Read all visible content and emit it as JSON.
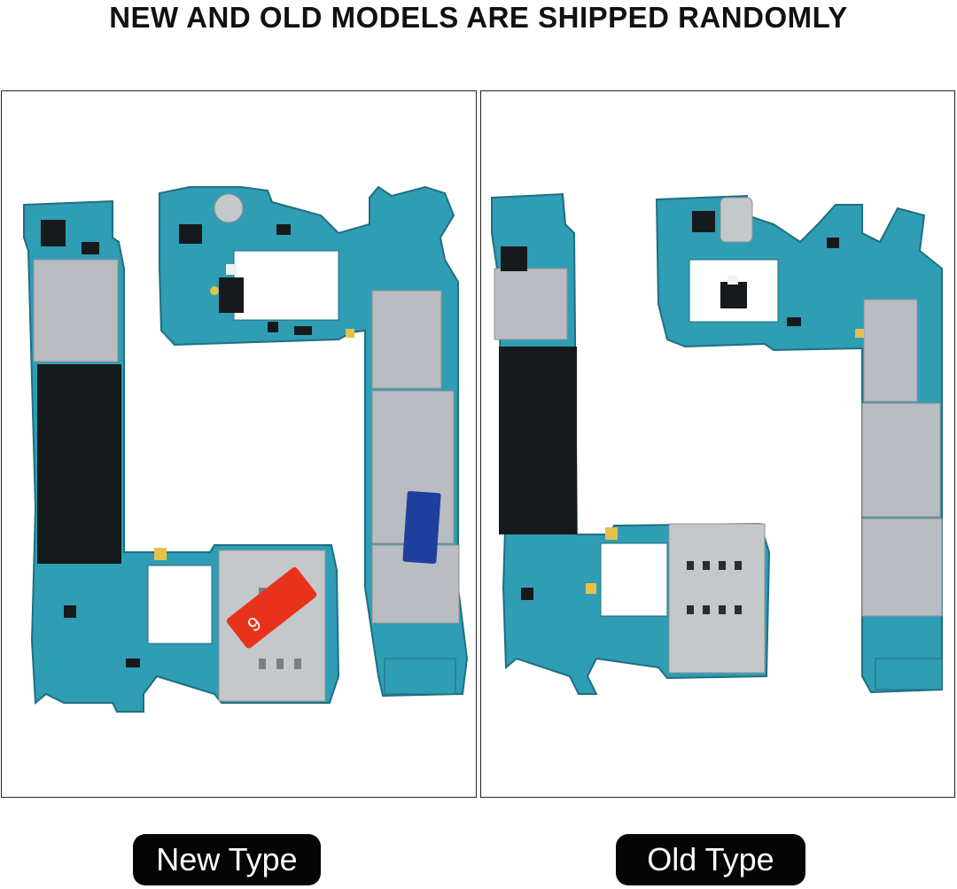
{
  "headline": "NEW AND OLD MODELS ARE SHIPPED RANDOMLY",
  "panels": [
    {
      "label": "New Type",
      "sticker_text": "9"
    },
    {
      "label": "Old Type"
    }
  ],
  "colors": {
    "pcb": "#2f9db3",
    "pcb_dark": "#1f6f82",
    "shield": "#b9bcc0",
    "chip": "#161a1c",
    "label_bg": "#050505",
    "label_text": "#ffffff",
    "sticker_red": "#e8321c",
    "sticker_blue": "#1f3f9e"
  }
}
